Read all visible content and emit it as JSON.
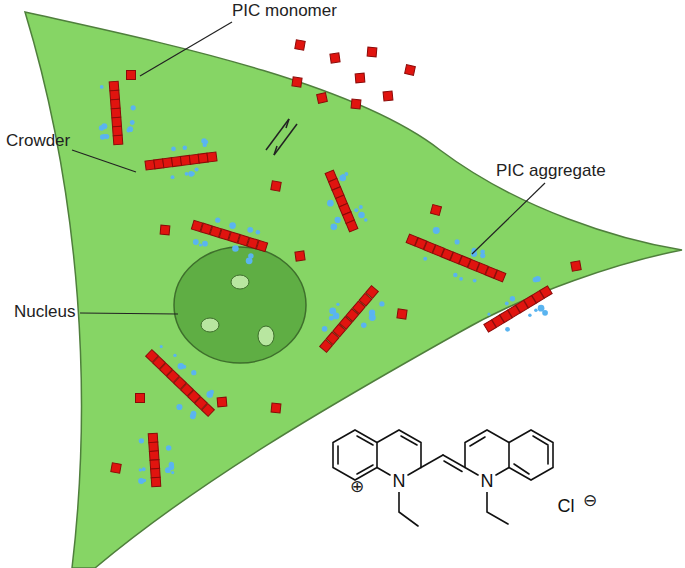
{
  "diagram": {
    "labels": [
      "PIC monomer",
      "Crowder",
      "PIC aggregate",
      "Nucleus",
      "⊕",
      "N",
      "N",
      "Cl",
      "⊖"
    ]
  }
}
